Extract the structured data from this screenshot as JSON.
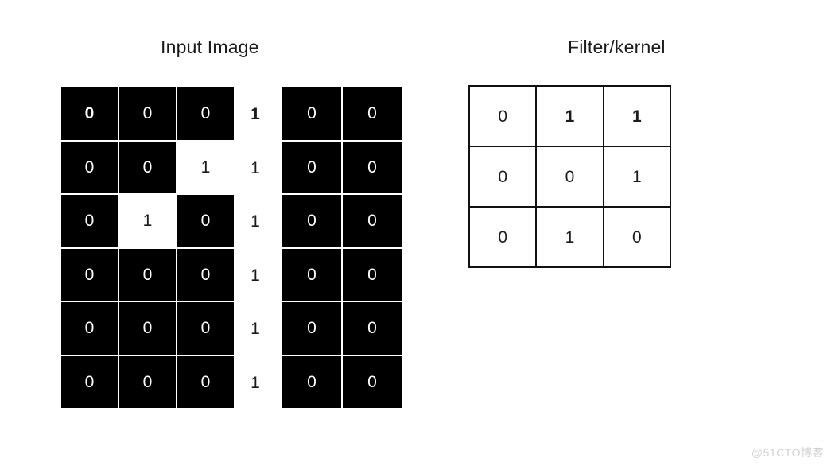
{
  "page": {
    "background_color": "#ffffff",
    "watermark": "@51CTO博客"
  },
  "panels": {
    "input_image": {
      "title": "Input Image"
    },
    "filter_kernel": {
      "title": "Filter/kernel"
    }
  },
  "chart_data": {
    "type": "table",
    "title": "Convolution: input image matrix and filter/kernel",
    "colors": {
      "zero_cell_background": "#000000",
      "zero_cell_text": "#ffffff",
      "one_cell_background": "#ffffff",
      "one_cell_text": "#1b1b1b",
      "kernel_border": "#111111",
      "watermark": "#d2d2d2"
    },
    "input_image": {
      "label": "Input Image",
      "description": "6-row matrix rendered as three visual blocks: a 3-column black block, a standalone column of 1s, and a 2-column black block",
      "rows": 6,
      "columns": 6,
      "values": [
        [
          0,
          0,
          0,
          1,
          0,
          0
        ],
        [
          0,
          0,
          1,
          1,
          0,
          0
        ],
        [
          0,
          1,
          0,
          1,
          0,
          0
        ],
        [
          0,
          0,
          0,
          1,
          0,
          0
        ],
        [
          0,
          0,
          0,
          1,
          0,
          0
        ],
        [
          0,
          0,
          0,
          1,
          0,
          0
        ]
      ],
      "bold_cells": [
        [
          0,
          0
        ],
        [
          0,
          3
        ]
      ],
      "left_block": {
        "columns": 3,
        "rows": [
          [
            {
              "value": "0",
              "style": "dark",
              "bold": true
            },
            {
              "value": "0",
              "style": "dark",
              "bold": false
            },
            {
              "value": "0",
              "style": "dark",
              "bold": false
            }
          ],
          [
            {
              "value": "0",
              "style": "dark",
              "bold": false
            },
            {
              "value": "0",
              "style": "dark",
              "bold": false
            },
            {
              "value": "1",
              "style": "light",
              "bold": false
            }
          ],
          [
            {
              "value": "0",
              "style": "dark",
              "bold": false
            },
            {
              "value": "1",
              "style": "light",
              "bold": false
            },
            {
              "value": "0",
              "style": "dark",
              "bold": false
            }
          ],
          [
            {
              "value": "0",
              "style": "dark",
              "bold": false
            },
            {
              "value": "0",
              "style": "dark",
              "bold": false
            },
            {
              "value": "0",
              "style": "dark",
              "bold": false
            }
          ],
          [
            {
              "value": "0",
              "style": "dark",
              "bold": false
            },
            {
              "value": "0",
              "style": "dark",
              "bold": false
            },
            {
              "value": "0",
              "style": "dark",
              "bold": false
            }
          ],
          [
            {
              "value": "0",
              "style": "dark",
              "bold": false
            },
            {
              "value": "0",
              "style": "dark",
              "bold": false
            },
            {
              "value": "0",
              "style": "dark",
              "bold": false
            }
          ]
        ]
      },
      "middle_column": [
        {
          "value": "1",
          "bold": true
        },
        {
          "value": "1",
          "bold": false
        },
        {
          "value": "1",
          "bold": false
        },
        {
          "value": "1",
          "bold": false
        },
        {
          "value": "1",
          "bold": false
        },
        {
          "value": "1",
          "bold": false
        }
      ],
      "right_block": {
        "columns": 2,
        "rows": [
          [
            {
              "value": "0",
              "style": "dark",
              "bold": false
            },
            {
              "value": "0",
              "style": "dark",
              "bold": false
            }
          ],
          [
            {
              "value": "0",
              "style": "dark",
              "bold": false
            },
            {
              "value": "0",
              "style": "dark",
              "bold": false
            }
          ],
          [
            {
              "value": "0",
              "style": "dark",
              "bold": false
            },
            {
              "value": "0",
              "style": "dark",
              "bold": false
            }
          ],
          [
            {
              "value": "0",
              "style": "dark",
              "bold": false
            },
            {
              "value": "0",
              "style": "dark",
              "bold": false
            }
          ],
          [
            {
              "value": "0",
              "style": "dark",
              "bold": false
            },
            {
              "value": "0",
              "style": "dark",
              "bold": false
            }
          ],
          [
            {
              "value": "0",
              "style": "dark",
              "bold": false
            },
            {
              "value": "0",
              "style": "dark",
              "bold": false
            }
          ]
        ]
      }
    },
    "filter_kernel": {
      "label": "Filter/kernel",
      "rows": 3,
      "columns": 3,
      "values": [
        [
          0,
          1,
          1
        ],
        [
          0,
          0,
          1
        ],
        [
          0,
          1,
          0
        ]
      ],
      "bold_cells": [
        [
          0,
          1
        ],
        [
          0,
          2
        ]
      ],
      "cells": [
        [
          {
            "value": "0",
            "bold": false
          },
          {
            "value": "1",
            "bold": true
          },
          {
            "value": "1",
            "bold": true
          }
        ],
        [
          {
            "value": "0",
            "bold": false
          },
          {
            "value": "0",
            "bold": false
          },
          {
            "value": "1",
            "bold": false
          }
        ],
        [
          {
            "value": "0",
            "bold": false
          },
          {
            "value": "1",
            "bold": false
          },
          {
            "value": "0",
            "bold": false
          }
        ]
      ]
    }
  }
}
